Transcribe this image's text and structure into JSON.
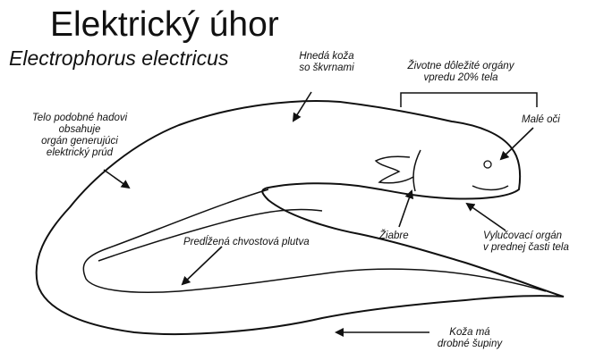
{
  "title": "Elektrický úhor",
  "subtitle": "Electrophorus electricus",
  "labels": {
    "skin_top_1": "Hnedá koža",
    "skin_top_2": "so škvrnami",
    "organs_1": "Životne dôležité orgány",
    "organs_2": "vpredu 20% tela",
    "eyes": "Malé oči",
    "body_1": "Telo podobné hadovi",
    "body_2": "obsahuje",
    "body_3": "orgán generujúci",
    "body_4": "elektrický prúd",
    "gills": "Žiabre",
    "excretory_1": "Vylučovací orgán",
    "excretory_2": "v prednej časti tela",
    "fin": "Predĺžená chvostová plutva",
    "scales_1": "Koža má",
    "scales_2": "drobné šupiny"
  },
  "colors": {
    "ink": "#111111",
    "background": "#ffffff"
  }
}
